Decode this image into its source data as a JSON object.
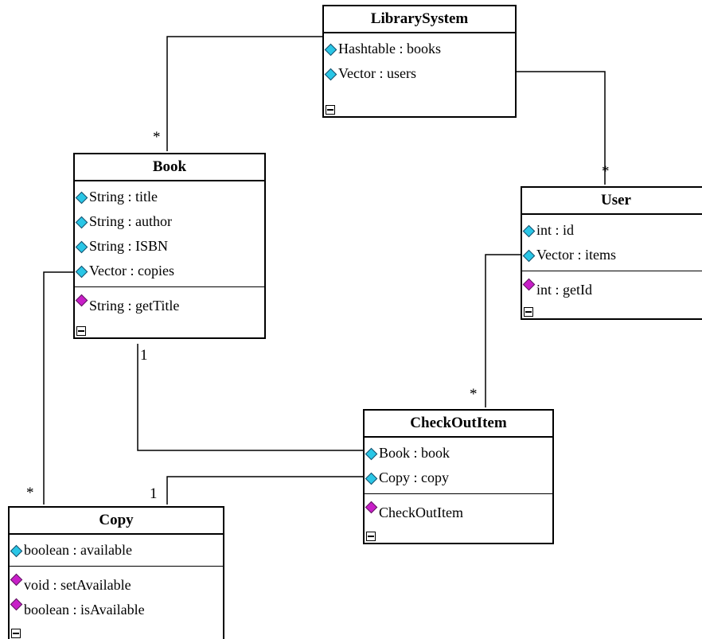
{
  "colors": {
    "line": "#000000",
    "attribute_icon": "#29c6e6",
    "method_icon": "#c81ec8"
  },
  "classes": {
    "library_system": {
      "name": "LibrarySystem",
      "attributes": [
        "Hashtable : books",
        "Vector : users"
      ],
      "methods": []
    },
    "book": {
      "name": "Book",
      "attributes": [
        "String : title",
        "String : author",
        "String : ISBN",
        "Vector : copies"
      ],
      "methods": [
        "String : getTitle"
      ]
    },
    "user": {
      "name": "User",
      "attributes": [
        "int : id",
        "Vector : items"
      ],
      "methods": [
        "int : getId"
      ]
    },
    "checkoutitem": {
      "name": "CheckOutItem",
      "attributes": [
        "Book : book",
        "Copy : copy"
      ],
      "methods": [
        "CheckOutItem"
      ]
    },
    "copy": {
      "name": "Copy",
      "attributes": [
        "boolean : available"
      ],
      "methods": [
        "void : setAvailable",
        "boolean : isAvailable"
      ]
    }
  },
  "multiplicities": {
    "library_book": "*",
    "library_user": "*",
    "book_checkout": "1",
    "user_checkout": "*",
    "book_copy": "*",
    "checkout_copy": "1"
  },
  "icons": {
    "attribute": "attribute-diamond-icon",
    "method": "method-diamond-icon",
    "collapse": "collapse-toggle-icon"
  }
}
